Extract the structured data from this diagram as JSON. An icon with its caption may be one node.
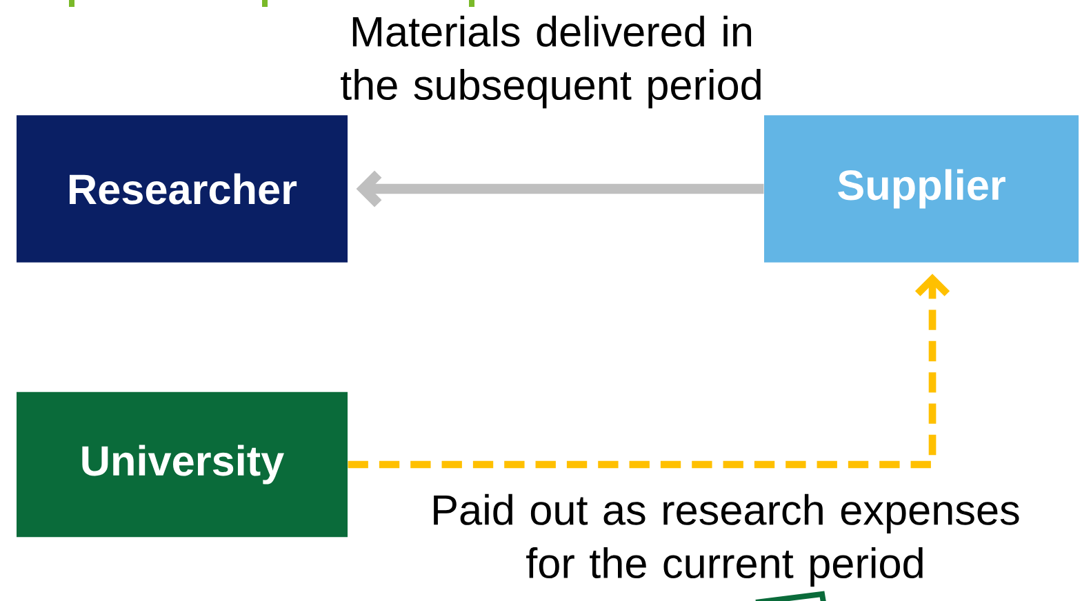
{
  "diagram": {
    "nodes": [
      {
        "text": [
          "Researcher"
        ]
      },
      {
        "text": [
          "Supplier"
        ]
      },
      {
        "text": [
          "University"
        ]
      }
    ],
    "edges": [
      {
        "from": 1,
        "to": 0,
        "arrow": "to",
        "label": "Materials delivered in the subsequent period",
        "color": "#bfbfbf"
      },
      {
        "from": 2,
        "to": 1,
        "arrow": "to",
        "label": "Paid out as research expenses for the current period",
        "style": "dashed",
        "color": "#ffc000"
      }
    ]
  }
}
